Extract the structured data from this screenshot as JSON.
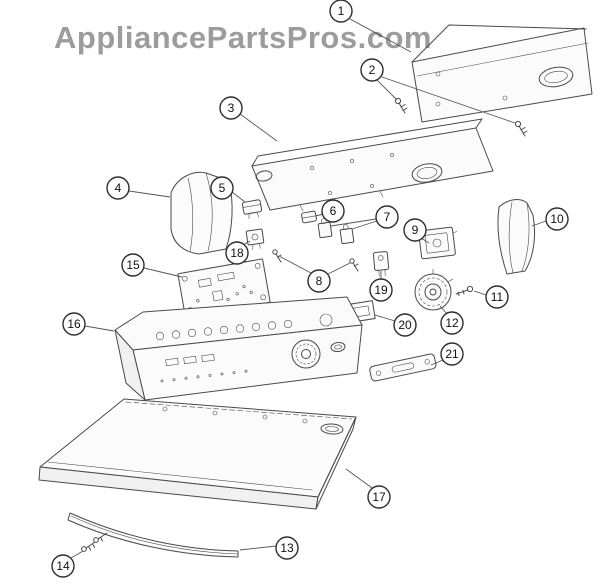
{
  "watermark": "AppliancePartsPros.com",
  "diagram": {
    "callouts": [
      {
        "label": "1"
      },
      {
        "label": "2"
      },
      {
        "label": "3"
      },
      {
        "label": "4"
      },
      {
        "label": "5"
      },
      {
        "label": "6"
      },
      {
        "label": "7"
      },
      {
        "label": "8"
      },
      {
        "label": "9"
      },
      {
        "label": "10"
      },
      {
        "label": "11"
      },
      {
        "label": "12"
      },
      {
        "label": "13"
      },
      {
        "label": "14"
      },
      {
        "label": "15"
      },
      {
        "label": "16"
      },
      {
        "label": "17"
      },
      {
        "label": "18"
      },
      {
        "label": "19"
      },
      {
        "label": "20"
      },
      {
        "label": "21"
      }
    ]
  },
  "colors": {
    "background": "#ffffff",
    "line_art": "#4a4a4a",
    "watermark": "#9c9c9c",
    "callout_stroke": "#2d2d2d",
    "callout_text": "#111111"
  }
}
